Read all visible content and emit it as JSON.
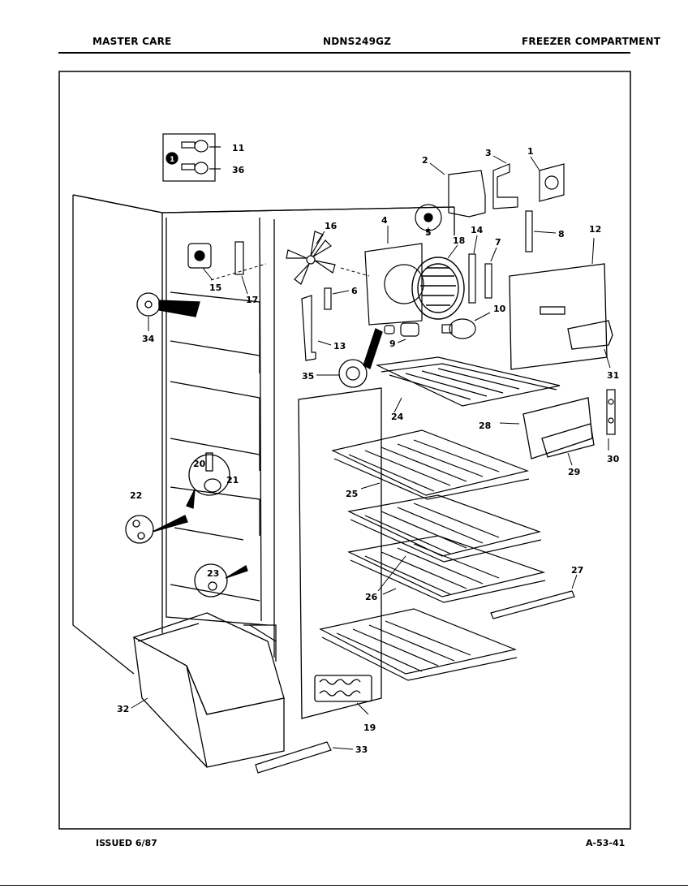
{
  "header": {
    "brand": "MASTER CARE",
    "model": "NDNS249GZ",
    "section": "FREEZER COMPARTMENT"
  },
  "footer": {
    "issued": "ISSUED 6/87",
    "code": "A-53-41"
  },
  "callouts": [
    "1",
    "2",
    "3",
    "4",
    "5",
    "6",
    "7",
    "8",
    "9",
    "10",
    "11",
    "12",
    "13",
    "14",
    "15",
    "16",
    "17",
    "18",
    "19",
    "20",
    "21",
    "22",
    "23",
    "24",
    "25",
    "26",
    "27",
    "28",
    "29",
    "30",
    "31",
    "32",
    "33",
    "34",
    "35",
    "36"
  ],
  "inset_marker": "1"
}
